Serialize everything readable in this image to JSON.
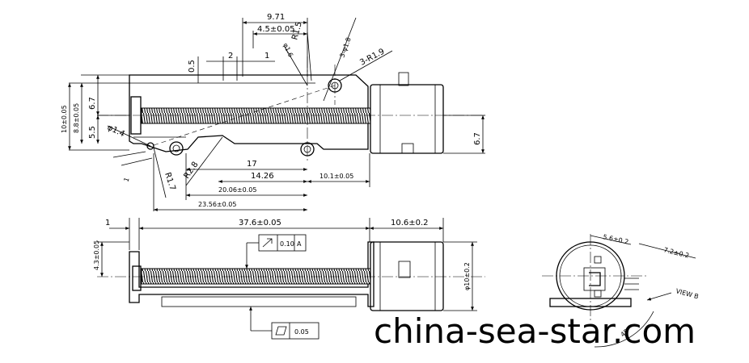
{
  "top_view": {
    "dim_9_71": "9.71",
    "dim_4_5": "4.5±0.05",
    "dim_1_2": "2",
    "dim_1": "1",
    "dim_0_5": "0.5",
    "dim_phi1_6": "φ1.6",
    "dim_r1_5": "R1.5",
    "dim_3_phi": "3-φ1.8",
    "dim_3_r": "3-R1.9",
    "dim_6_7_left": "6.7",
    "dim_10": "10±0.05",
    "dim_8_8": "8.8±0.05",
    "dim_5_5": "5.5",
    "dim_phi1_4": "φ1.4",
    "dim_1_small": "1",
    "dim_r1_7": "R1.7",
    "dim_r2_8": "R2.8",
    "dim_17": "17",
    "dim_14_26": "14.26",
    "dim_10_1": "10.1±0.05",
    "dim_20_06": "20.06±0.05",
    "dim_23_56": "23.56±0.05",
    "dim_6_7_right": "6.7"
  },
  "side_view": {
    "dim_1": "1",
    "dim_37_6": "37.6±0.05",
    "dim_10_6": "10.6±0.2",
    "dim_4_3": "4.3±0.05",
    "dim_phi10": "φ10±0.2",
    "parallelism_value": "0.10",
    "parallelism_datum": "A",
    "flatness_value": "0.05"
  },
  "end_view": {
    "dim_5_6": "5.6±0.2",
    "dim_7_2": "7.2±0.2",
    "view_label": "VIEW B",
    "angle_label": "45°"
  },
  "watermark": "china-sea-star.com"
}
